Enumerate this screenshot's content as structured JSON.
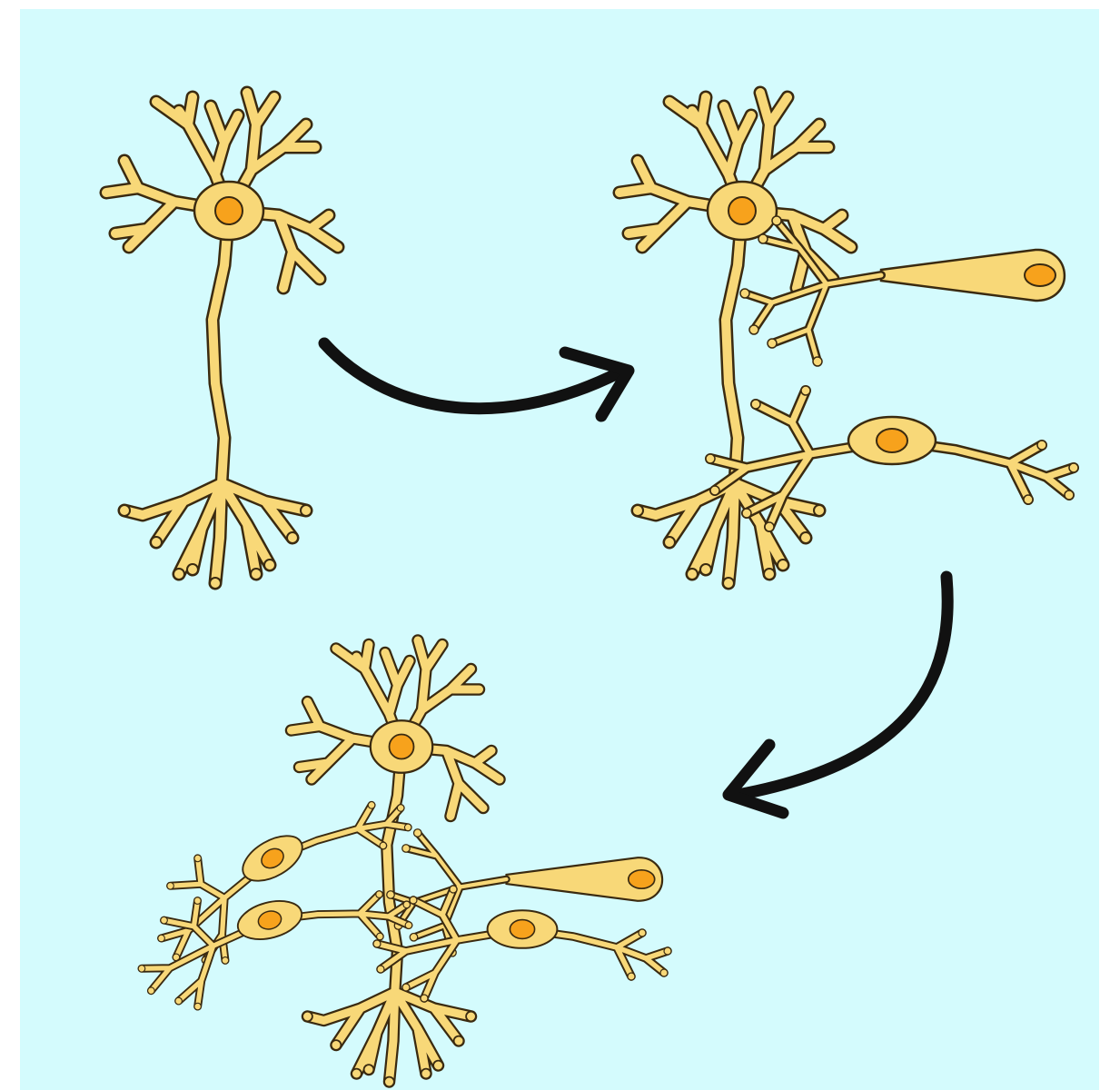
{
  "colors": {
    "background": "#d4fbfd",
    "neuron_fill": "#f8d878",
    "neuron_outline": "#3a2a10",
    "nucleus": "#f7a21c",
    "arrow": "#111111"
  },
  "panels": [
    {
      "id": "panel-1",
      "description_name": "single-neuron",
      "glia_count": 0
    },
    {
      "id": "panel-2",
      "description_name": "neuron-with-two-glia",
      "glia_count": 2
    },
    {
      "id": "panel-3",
      "description_name": "neuron-with-four-glia",
      "glia_count": 4
    }
  ],
  "arrows": [
    {
      "id": "arrow-1",
      "from": "panel-1",
      "to": "panel-2"
    },
    {
      "id": "arrow-2",
      "from": "panel-2",
      "to": "panel-3"
    }
  ]
}
